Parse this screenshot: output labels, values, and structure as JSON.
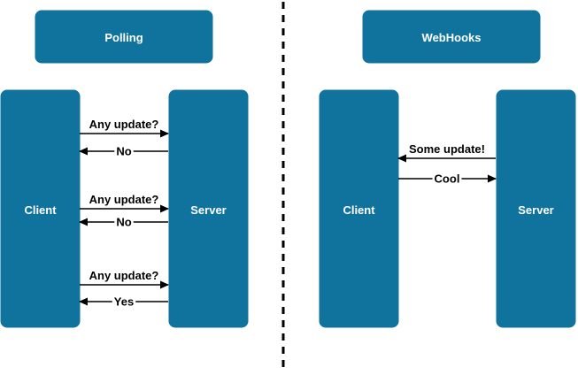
{
  "polling": {
    "title": "Polling",
    "client_label": "Client",
    "server_label": "Server",
    "messages": [
      {
        "label": "Any update?",
        "direction": "client-to-server"
      },
      {
        "label": "No",
        "direction": "server-to-client"
      },
      {
        "label": "Any update?",
        "direction": "client-to-server"
      },
      {
        "label": "No",
        "direction": "server-to-client"
      },
      {
        "label": "Any update?",
        "direction": "client-to-server"
      },
      {
        "label": "Yes",
        "direction": "server-to-client"
      }
    ]
  },
  "webhooks": {
    "title": "WebHooks",
    "client_label": "Client",
    "server_label": "Server",
    "messages": [
      {
        "label": "Some update!",
        "direction": "server-to-client"
      },
      {
        "label": "Cool",
        "direction": "client-to-server"
      }
    ]
  },
  "colors": {
    "box_fill": "#10739e",
    "box_text": "#ffffff",
    "line": "#000000"
  }
}
